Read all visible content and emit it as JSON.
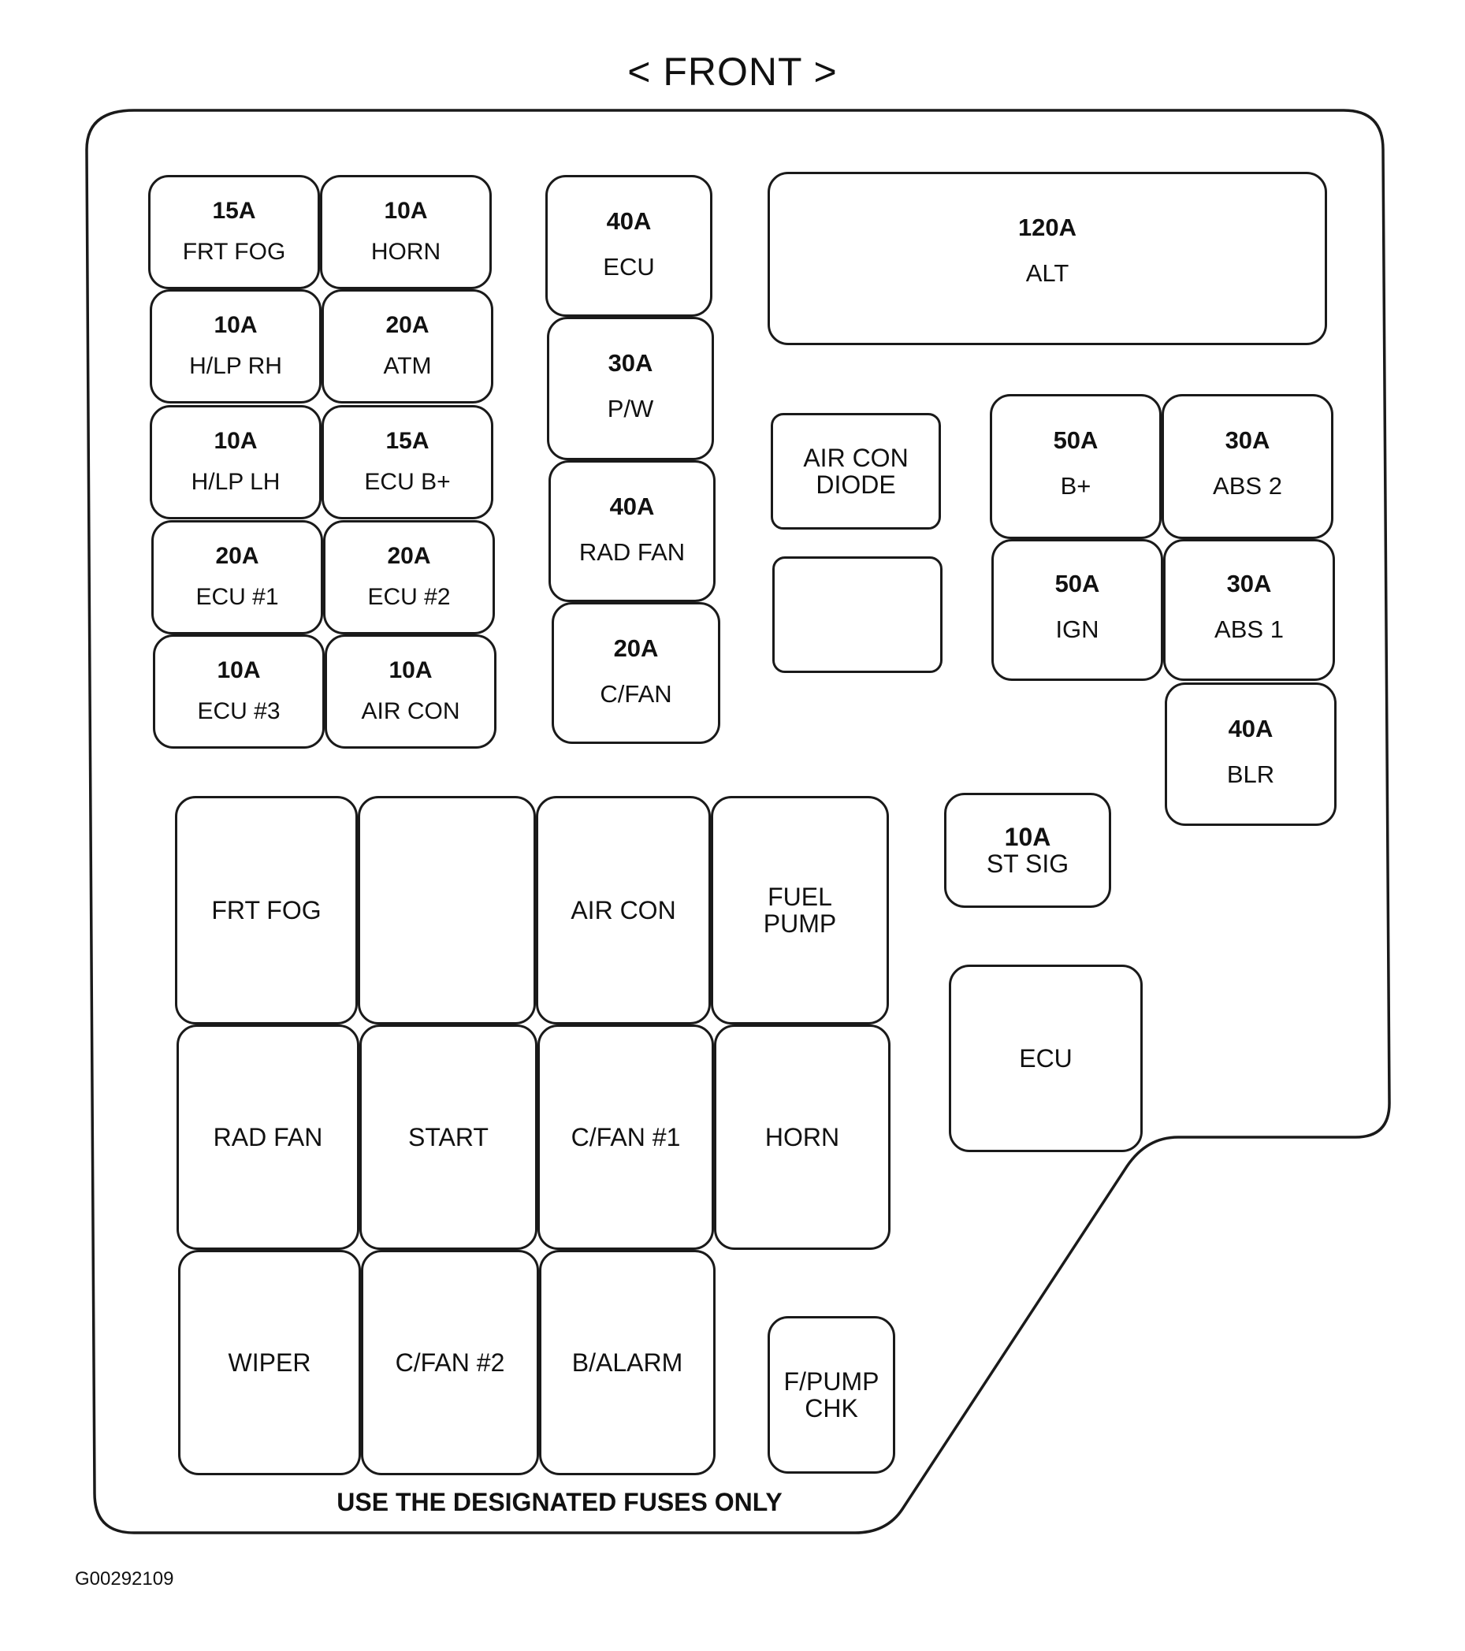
{
  "header": {
    "front_label": "< FRONT >"
  },
  "fuses_left": [
    {
      "amp": "15A",
      "name": "FRT FOG"
    },
    {
      "amp": "10A",
      "name": "HORN"
    },
    {
      "amp": "10A",
      "name": "H/LP RH"
    },
    {
      "amp": "20A",
      "name": "ATM"
    },
    {
      "amp": "10A",
      "name": "H/LP LH"
    },
    {
      "amp": "15A",
      "name": "ECU B+"
    },
    {
      "amp": "20A",
      "name": "ECU #1"
    },
    {
      "amp": "20A",
      "name": "ECU #2"
    },
    {
      "amp": "10A",
      "name": "ECU #3"
    },
    {
      "amp": "10A",
      "name": "AIR CON"
    }
  ],
  "fuses_middle": [
    {
      "amp": "40A",
      "name": "ECU"
    },
    {
      "amp": "30A",
      "name": "P/W"
    },
    {
      "amp": "40A",
      "name": "RAD FAN"
    },
    {
      "amp": "20A",
      "name": "C/FAN"
    }
  ],
  "alt_fuse": {
    "amp": "120A",
    "name": "ALT"
  },
  "diode": {
    "line1": "AIR CON",
    "line2": "DIODE"
  },
  "fuses_right": [
    {
      "amp": "50A",
      "name": "B+"
    },
    {
      "amp": "30A",
      "name": "ABS 2"
    },
    {
      "amp": "50A",
      "name": "IGN"
    },
    {
      "amp": "30A",
      "name": "ABS 1"
    },
    {
      "amp": "40A",
      "name": "BLR"
    }
  ],
  "st_sig": {
    "amp": "10A",
    "name": "ST SIG"
  },
  "relays": [
    {
      "line1": "FRT FOG",
      "line2": ""
    },
    {
      "line1": "",
      "line2": ""
    },
    {
      "line1": "AIR CON",
      "line2": ""
    },
    {
      "line1": "FUEL",
      "line2": "PUMP"
    },
    {
      "line1": "RAD FAN",
      "line2": ""
    },
    {
      "line1": "START",
      "line2": ""
    },
    {
      "line1": "C/FAN #1",
      "line2": ""
    },
    {
      "line1": "HORN",
      "line2": ""
    },
    {
      "line1": "WIPER",
      "line2": ""
    },
    {
      "line1": "C/FAN #2",
      "line2": ""
    },
    {
      "line1": "B/ALARM",
      "line2": ""
    }
  ],
  "ecu_relay": {
    "name": "ECU"
  },
  "fpump_chk": {
    "line1": "F/PUMP",
    "line2": "CHK"
  },
  "footer": {
    "note": "USE THE DESIGNATED FUSES ONLY"
  },
  "figure_code": "G00292109"
}
